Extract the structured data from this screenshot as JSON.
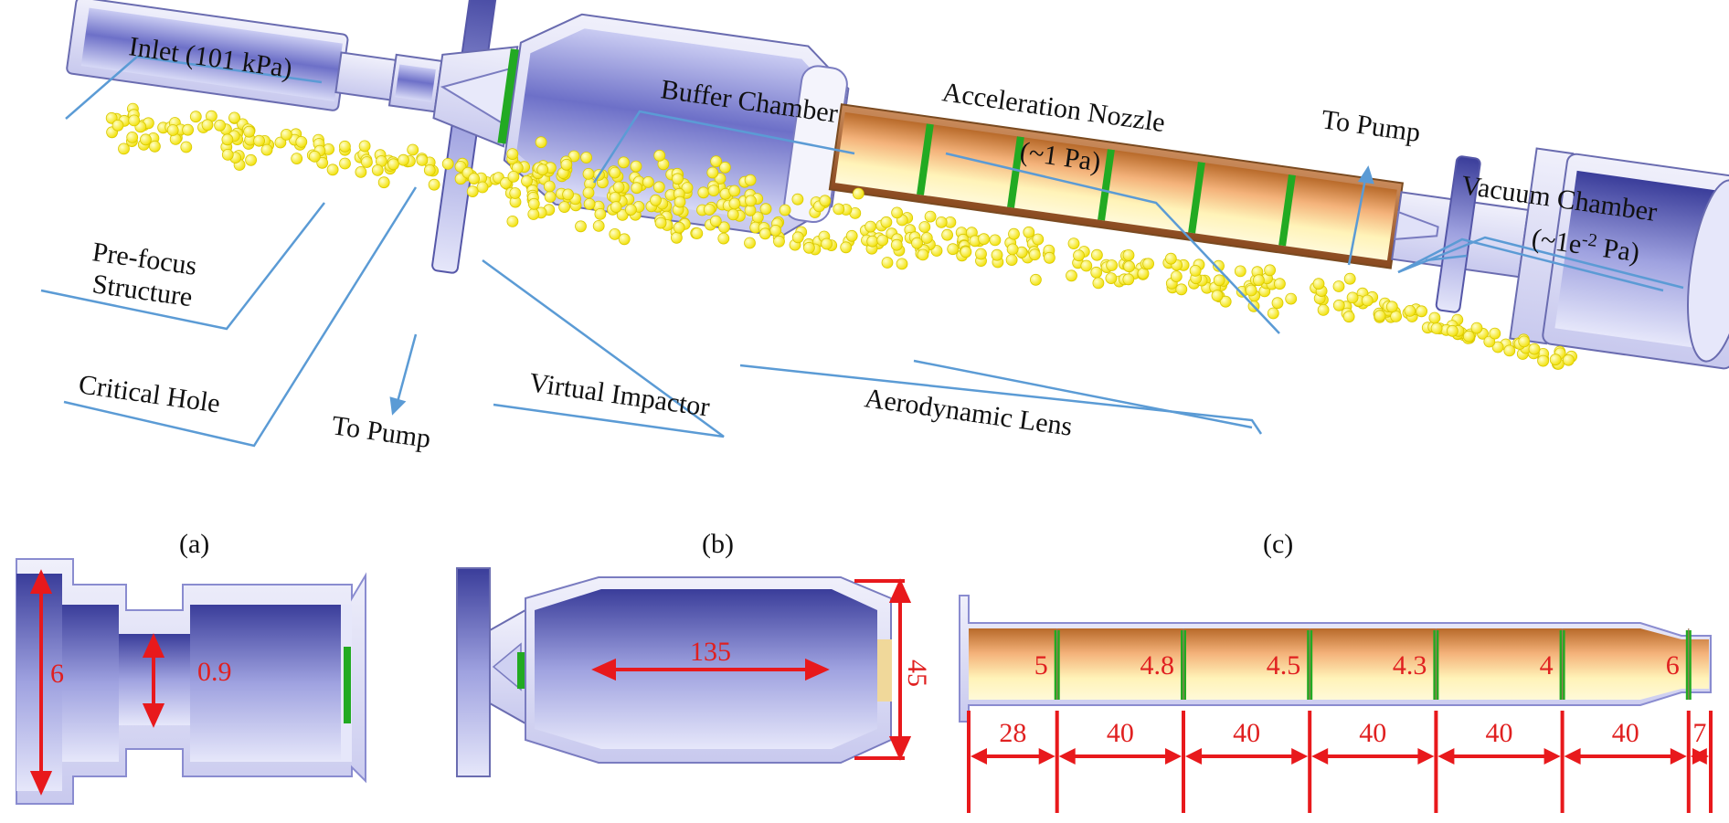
{
  "colors": {
    "leader": "#5b9bd5",
    "dimension": "#e8191c",
    "body_light": "#d9dbf5",
    "body_dark": "#3a3d9a",
    "lens_glow": "#fff2b0",
    "lens_dark": "#b85a1a",
    "particle": "#ffff33",
    "ring": "#22aa22"
  },
  "labels": {
    "inlet": "Inlet (101 kPa)",
    "prefocus_line1": "Pre-focus",
    "prefocus_line2": "Structure",
    "critical_hole": "Critical Hole",
    "to_pump_left": "To Pump",
    "virtual_impactor": "Virtual Impactor",
    "buffer_chamber": "Buffer Chamber",
    "acceleration_nozzle_line1": "Acceleration Nozzle",
    "acceleration_nozzle_line2": "(~1 Pa)",
    "aerodynamic_lens": "Aerodynamic Lens",
    "to_pump_right": "To Pump",
    "vacuum_chamber_line1": "Vacuum Chamber",
    "vacuum_chamber_line2_pre": "(~1e",
    "vacuum_chamber_line2_sup": "-2",
    "vacuum_chamber_line2_post": " Pa)"
  },
  "panels": {
    "a": {
      "caption": "(a)",
      "dim_outer": "6",
      "dim_hole": "0.9"
    },
    "b": {
      "caption": "(b)",
      "dim_length": "135",
      "dim_diameter": "45"
    },
    "c": {
      "caption": "(c)",
      "lens_diameters": [
        "5",
        "4.8",
        "4.5",
        "4.3",
        "4",
        "6"
      ],
      "segment_lengths": [
        "28",
        "40",
        "40",
        "40",
        "40",
        "40",
        "7"
      ]
    }
  }
}
